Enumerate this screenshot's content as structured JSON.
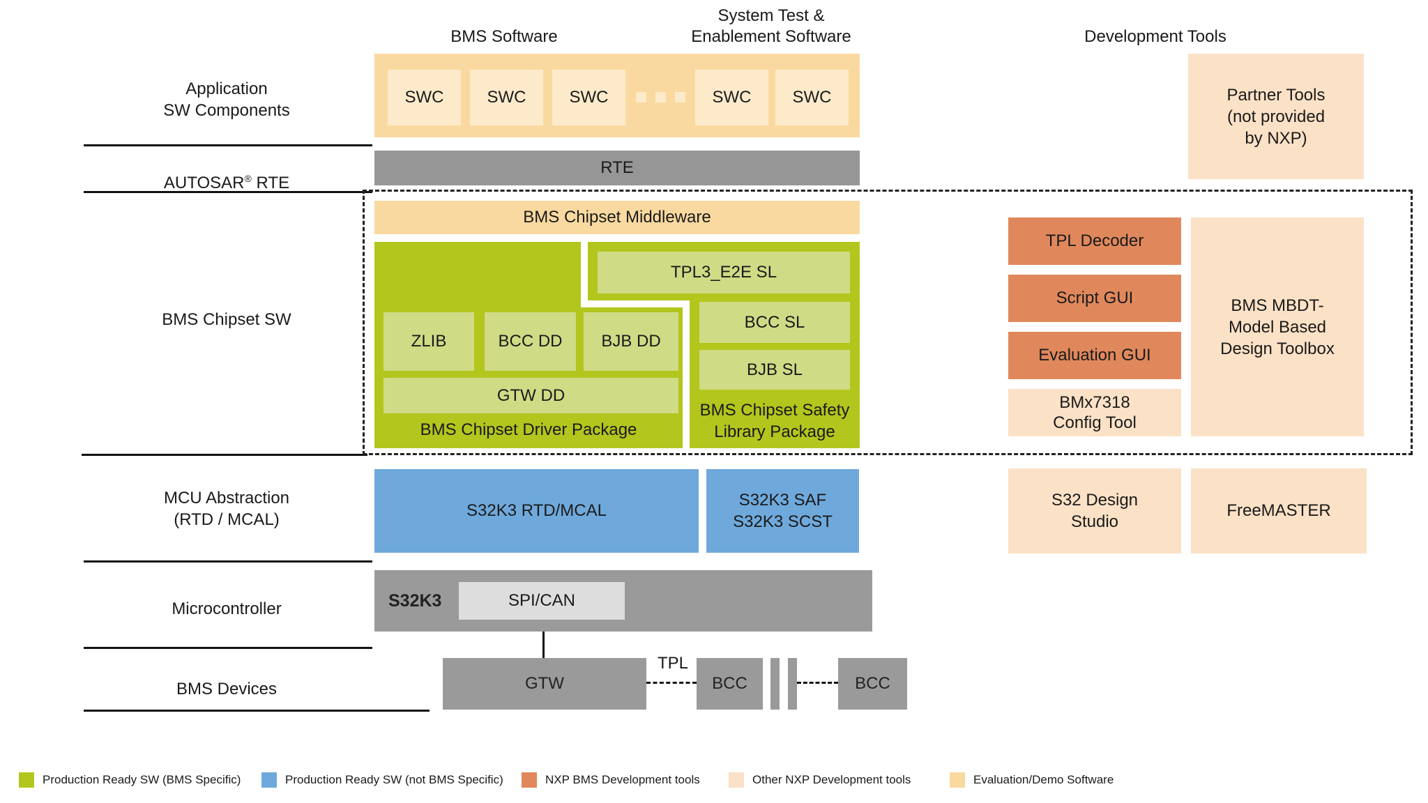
{
  "headers": {
    "bms_software": "BMS Software",
    "system_test_line1": "System Test &",
    "system_test_line2": "Enablement Software",
    "development_tools": "Development Tools"
  },
  "row_labels": {
    "application_line1": "Application",
    "application_line2": "SW Components",
    "autosar_name": "AUTOSAR",
    "autosar_reg": "®",
    "autosar_rte": " RTE",
    "bms_chipset_sw": "BMS Chipset SW",
    "mcu_line1": "MCU Abstraction",
    "mcu_line2": "(RTD / MCAL)",
    "microcontroller": "Microcontroller",
    "bms_devices": "BMS Devices"
  },
  "app_layer": {
    "swc": [
      "SWC",
      "SWC",
      "SWC",
      "SWC",
      "SWC"
    ]
  },
  "partner_tools": {
    "line1": "Partner Tools",
    "line2": "(not provided",
    "line3": "by NXP)"
  },
  "rte": {
    "label": "RTE"
  },
  "middleware": {
    "label": "BMS Chipset Middleware"
  },
  "chipset": {
    "tpl3_e2e_sl": "TPL3_E2E SL",
    "zlib": "ZLIB",
    "bcc_dd": "BCC DD",
    "bjb_dd": "BJB DD",
    "gtw_dd": "GTW DD",
    "bcc_sl": "BCC SL",
    "bjb_sl": "BJB SL",
    "driver_package": "BMS Chipset Driver Package",
    "safety_package_line1": "BMS Chipset Safety",
    "safety_package_line2": "Library Package"
  },
  "dev_tools": {
    "tpl_decoder": "TPL Decoder",
    "script_gui": "Script GUI",
    "evaluation_gui": "Evaluation GUI",
    "bmx_line1": "BMx7318",
    "bmx_line2": "Config Tool",
    "mbdt_line1": "BMS MBDT-",
    "mbdt_line2": "Model Based",
    "mbdt_line3": "Design Toolbox"
  },
  "mcu_layer": {
    "rtd_mcal": "S32K3 RTD/MCAL",
    "saf_line1": "S32K3 SAF",
    "saf_line2": "S32K3 SCST",
    "s32ds_line1": "S32 Design",
    "s32ds_line2": "Studio",
    "freemaster": "FreeMASTER"
  },
  "micro": {
    "chip": "S32K3",
    "spican": "SPI/CAN"
  },
  "devices": {
    "gtw": "GTW",
    "tpl": "TPL",
    "bcc1": "BCC",
    "bcc2": "BCC"
  },
  "legend": {
    "items": [
      {
        "label": "Production Ready SW (BMS Specific)",
        "color": "#b2c61d"
      },
      {
        "label": "Production Ready SW (not BMS Specific)",
        "color": "#6fa9dc"
      },
      {
        "label": "NXP BMS Development tools",
        "color": "#e0885c"
      },
      {
        "label": "Other NXP Development tools",
        "color": "#fbe1c6"
      },
      {
        "label": "Evaluation/Demo Software",
        "color": "#fad9a0"
      }
    ]
  },
  "colors": {
    "production_bms_green": "#b2c61d",
    "production_green_light": "#d0db86",
    "production_not_bms_blue": "#6fa9dc",
    "nxp_bms_tools_salmon": "#e0885c",
    "other_nxp_tools_peach": "#fbe1c6",
    "eval_demo_tan": "#fad9a0",
    "swc_inner_tan": "#fceaca",
    "infra_gray": "#969696",
    "device_gray": "#9a9a9a",
    "spican_gray": "#dddddd"
  }
}
